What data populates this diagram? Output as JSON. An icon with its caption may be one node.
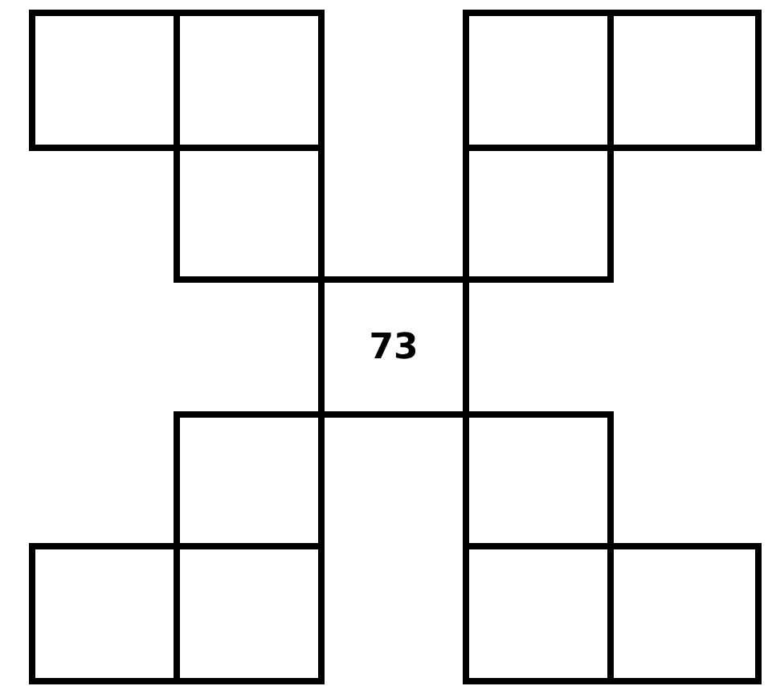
{
  "diagram": {
    "nodes": [
      {
        "text": [],
        "shape": "box"
      },
      {
        "text": [],
        "shape": "box"
      },
      {
        "text": [],
        "shape": "box"
      },
      {
        "text": [],
        "shape": "box"
      },
      {
        "text": [],
        "shape": "box"
      },
      {
        "text": [],
        "shape": "box"
      },
      {
        "text": [
          "73"
        ]
      },
      {
        "text": [],
        "shape": "box"
      },
      {
        "text": [],
        "shape": "box"
      },
      {
        "text": [],
        "shape": "box"
      },
      {
        "text": [],
        "shape": "box"
      },
      {
        "text": [],
        "shape": "box"
      },
      {
        "text": [],
        "shape": "box"
      }
    ]
  }
}
